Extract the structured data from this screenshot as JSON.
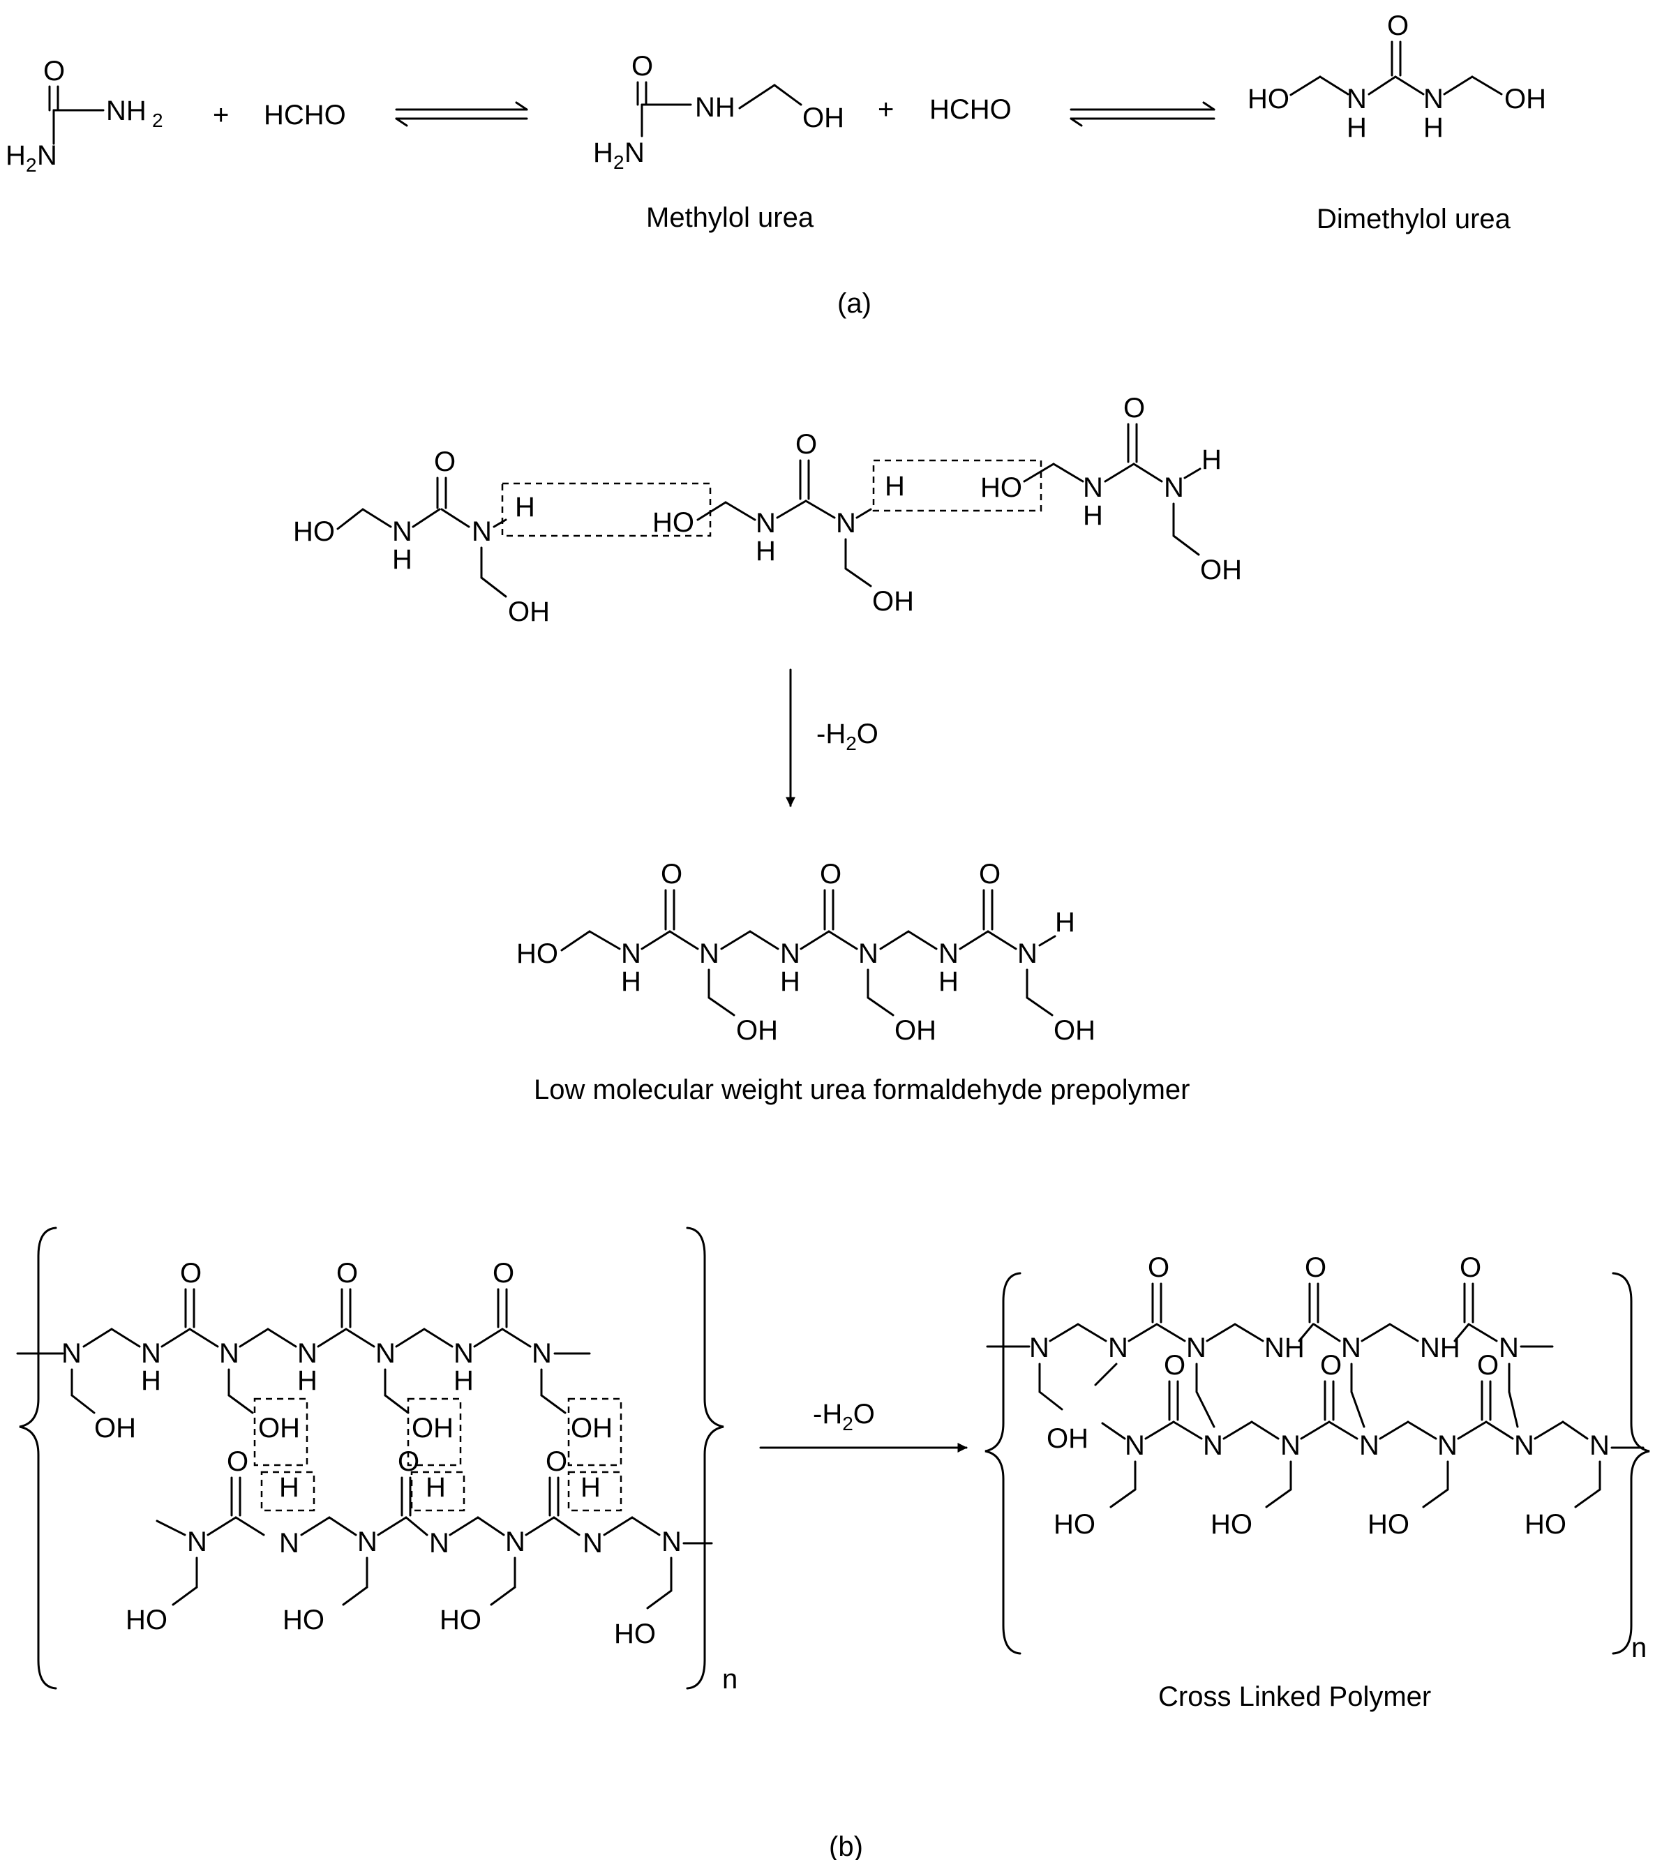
{
  "scheme_a": {
    "panel_label": "(a)",
    "urea": {
      "o": "O",
      "nh2_top": "NH",
      "nh2_top_sub": "2",
      "h2n_h": "H",
      "h2n_sub": "2",
      "h2n_n": "N"
    },
    "plus": "+",
    "reagent": "HCHO",
    "methylol_label": "Methylol urea",
    "dimethylol_label": "Dimethylol urea"
  },
  "scheme_b": {
    "panel_label": "(b)",
    "condensation_label": "-H",
    "water_sub": "2",
    "water_o": "O",
    "prepolymer_label": "Low molecular weight urea formaldehyde prepolymer",
    "repeat_n": "n",
    "crosslinked_label": "Cross Linked Polymer"
  },
  "atoms": {
    "o": "O",
    "oh": "OH",
    "ho": "HO",
    "nh": "NH",
    "n": "N",
    "h": "H"
  }
}
